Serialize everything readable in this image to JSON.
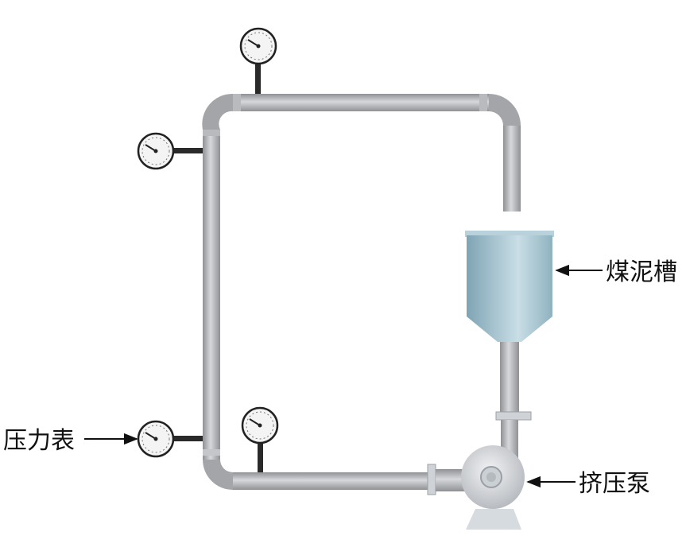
{
  "labels": {
    "tank": "煤泥槽",
    "gauge": "压力表",
    "pump": "挤压泵"
  },
  "colors": {
    "pipe": "#a9abae",
    "pipe_highlight": "#d3d5d8",
    "tank": "#9fbfcc",
    "gauge_face": "#f4f4f4",
    "stem": "#2a2a2a"
  },
  "icons": {
    "gauge": "pressure-gauge-icon",
    "pump": "pump-icon",
    "tank": "tank-icon"
  }
}
